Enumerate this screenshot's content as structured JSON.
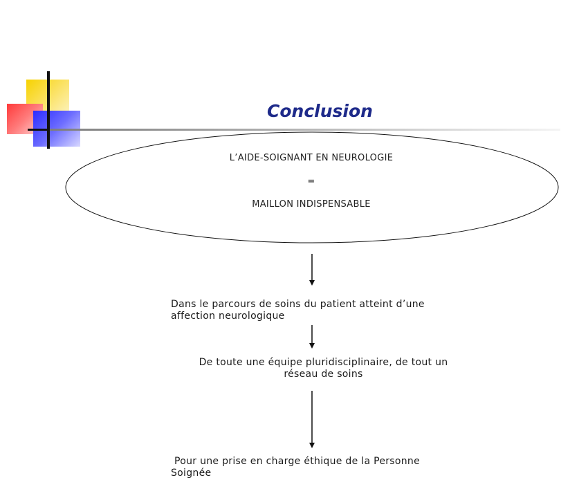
{
  "slide": {
    "title": "Conclusion",
    "ellipse": {
      "line1": "L’AIDE-SOIGNANT EN NEUROLOGIE",
      "line2": "=",
      "line3": "MAILLON INDISPENSABLE"
    },
    "steps": [
      {
        "line1": "Dans le parcours de soins du patient atteint d’une",
        "line2": "affection neurologique"
      },
      {
        "line1": "De toute une équipe pluridisciplinaire, de tout un",
        "line2": "réseau de soins"
      },
      {
        "line1": "Pour une prise en charge éthique de la Personne",
        "line2": "Soignée"
      }
    ]
  },
  "colors": {
    "title": "#1e2a8a",
    "yellow": "#f7d200",
    "red": "#ff3a3a",
    "blue": "#2c2cff"
  }
}
